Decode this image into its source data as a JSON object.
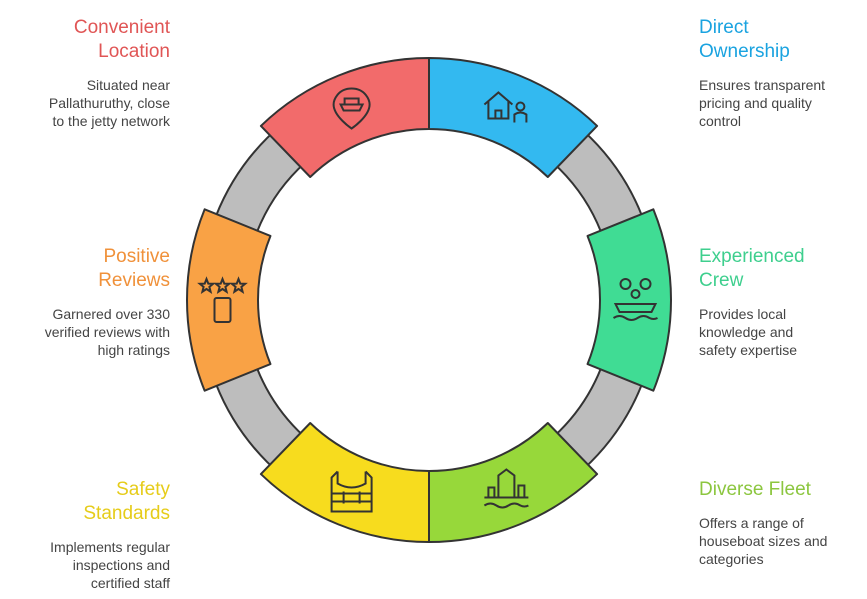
{
  "items": [
    {
      "id": "convenient-location",
      "title": "Convenient\nLocation",
      "description": "Situated near\nPallathuruthy, close\nto the jetty network",
      "color": "#f26b6b",
      "text_color": "#e05555",
      "icon": "houseboat-pin-icon"
    },
    {
      "id": "direct-ownership",
      "title": "Direct\nOwnership",
      "description": "Ensures transparent\npricing and quality\ncontrol",
      "color": "#33b9f0",
      "text_color": "#1aa3e0",
      "icon": "house-person-icon"
    },
    {
      "id": "experienced-crew",
      "title": "Experienced\nCrew",
      "description": "Provides local\nknowledge and\nsafety expertise",
      "color": "#40dc94",
      "text_color": "#3ecf8e",
      "icon": "crew-boat-icon"
    },
    {
      "id": "diverse-fleet",
      "title": "Diverse Fleet",
      "description": "Offers a range of\nhouseboat sizes and\ncategories",
      "color": "#97d83a",
      "text_color": "#8cc63f",
      "icon": "fleet-boats-icon"
    },
    {
      "id": "safety-standards",
      "title": "Safety\nStandards",
      "description": "Implements regular\ninspections and\ncertified staff",
      "color": "#f7dc1e",
      "text_color": "#e6cc1a",
      "icon": "life-vest-icon"
    },
    {
      "id": "positive-reviews",
      "title": "Positive\nReviews",
      "description": "Garnered over 330\nverified reviews with\nhigh ratings",
      "color": "#f9a245",
      "text_color": "#f0913a",
      "icon": "phone-stars-icon"
    }
  ]
}
